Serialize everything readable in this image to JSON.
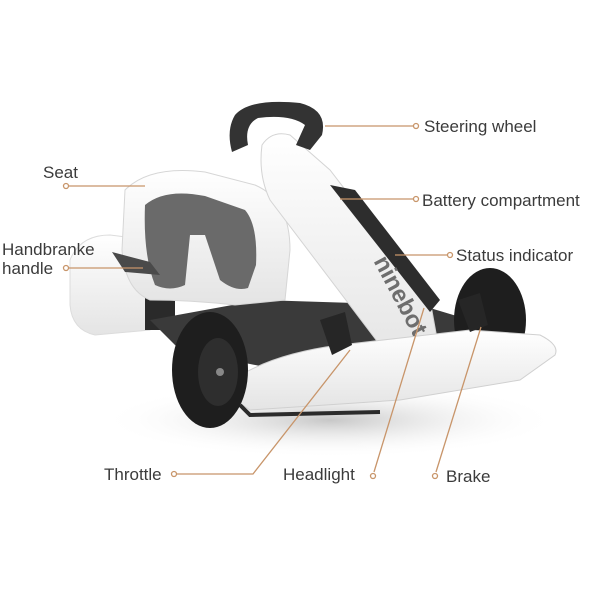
{
  "diagram": {
    "subject": "Electric go-kart (ninebot)",
    "brand_text": "ninebot",
    "colors": {
      "leader_line": "#c8956a",
      "label_text": "#3b3b3b",
      "body_white": "#f3f3f3",
      "seat_pad": "#6a6a6a",
      "tire": "#1e1e1e",
      "background": "#ffffff"
    },
    "labels": {
      "steering_wheel": "Steering wheel",
      "seat": "Seat",
      "battery_compartment": "Battery compartment",
      "handbrake_line1": "Handbranke",
      "handbrake_line2": "handle",
      "status_indicator": "Status indicator",
      "throttle": "Throttle",
      "headlight": "Headlight",
      "brake": "Brake"
    }
  }
}
